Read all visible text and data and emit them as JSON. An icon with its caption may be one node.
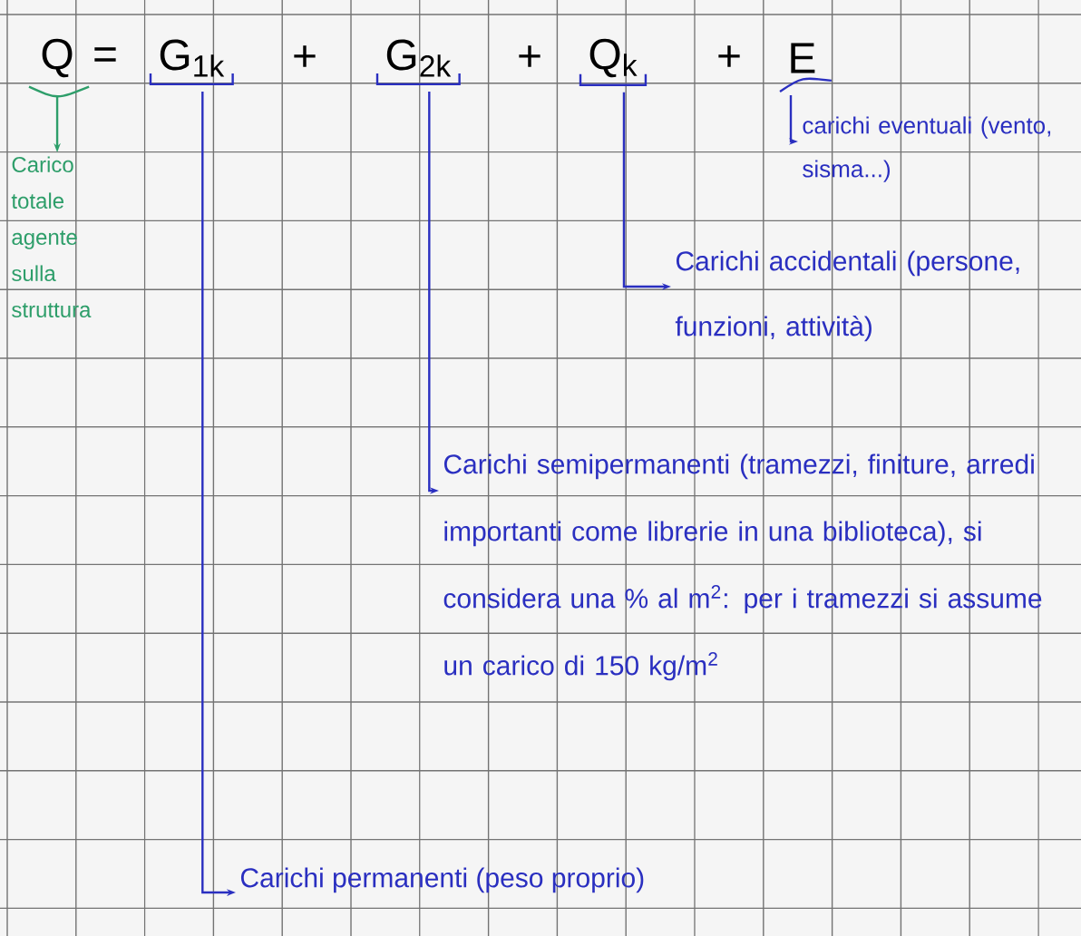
{
  "diagram": {
    "nodes": [
      {
        "text": [
          "Q"
        ]
      },
      {
        "text": [
          "G$_{1k}$"
        ]
      },
      {
        "text": [
          "G$_{2k}$"
        ]
      },
      {
        "text": [
          "Q$_{k}$"
        ]
      },
      {
        "text": [
          "E"
        ]
      },
      {
        "text": [
          "Carico totale agente sulla struttura"
        ]
      },
      {
        "text": [
          "carichi eventuali (vento, sisma...)"
        ]
      },
      {
        "text": [
          "Carichi accidentali (persone, funzioni, attività)"
        ]
      },
      {
        "text": [
          "Carichi semipermanenti (tramezzi, finiture, arredi importanti come librerie in una biblioteca), si considera una % al m$^{2}$: per i tramezzi si assume un carico di 150 kg/m$^{2}$"
        ]
      },
      {
        "text": [
          "Carichi permanenti (peso proprio)"
        ]
      }
    ],
    "edges": [
      {
        "from": 0,
        "to": 5,
        "arrow": "to",
        "color": "#2e9e6a"
      },
      {
        "from": 4,
        "to": 6,
        "arrow": "to"
      },
      {
        "from": 3,
        "to": 7,
        "arrow": "to"
      },
      {
        "from": 2,
        "to": 8,
        "arrow": "to"
      },
      {
        "from": 1,
        "to": 9,
        "arrow": "to"
      }
    ],
    "labels": [
      "=",
      "+",
      "+",
      "+"
    ]
  }
}
